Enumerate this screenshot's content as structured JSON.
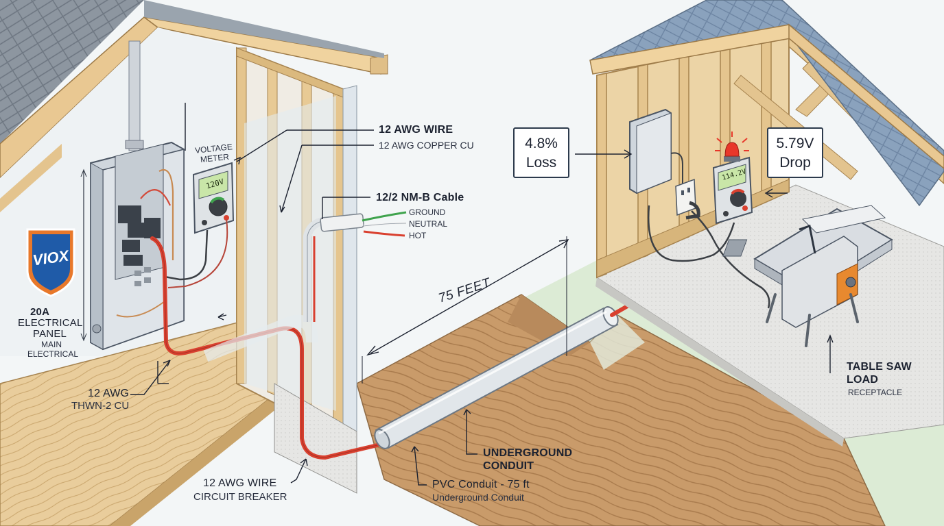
{
  "logo": {
    "text": "VIOX"
  },
  "labels": {
    "panel_title_1": "20A",
    "panel_title_2": "ELECTRICAL",
    "panel_title_3": "PANEL",
    "panel_sub_1": "MAIN",
    "panel_sub_2": "ELECTRICAL",
    "voltage_meter_1": "VOLTAGE",
    "voltage_meter_2": "METER",
    "meter_left_reading": "120V",
    "meter_right_reading": "114.2V",
    "wire_top_title": "12 AWG WIRE",
    "wire_top_sub": "12 AWG COPPER CU",
    "cable_title": "12/2 NM-B Cable",
    "cable_ground": "GROUND",
    "cable_neutral": "NEUTRAL",
    "cable_hot": "HOT",
    "distance": "75 FEET",
    "awg_left_title": "12 AWG",
    "awg_left_sub": "THWN-2 CU",
    "wire_bottom_title": "12 AWG WIRE",
    "wire_bottom_sub": "CIRCUIT BREAKER",
    "underground_1": "UNDERGROUND",
    "underground_2": "CONDUIT",
    "pvc_title": "PVC Conduit - 75 ft",
    "pvc_sub": "Underground Conduit",
    "saw_1": "TABLE SAW",
    "saw_2": "LOAD",
    "saw_sub": "RECEPTACLE",
    "loss_1": "4.8%",
    "loss_2": "Loss",
    "drop_1": "5.79V",
    "drop_2": "Drop"
  },
  "colors": {
    "wire_hot": "#d9402f",
    "wire_ground": "#3fa34d",
    "conduit": "#dfe3e8",
    "wood": "#e7c894",
    "soil": "#c89a68",
    "grass": "#dcebd5",
    "roof": "#8ea3b8",
    "logo_blue": "#1f5ba8",
    "logo_orange": "#e8782a"
  }
}
